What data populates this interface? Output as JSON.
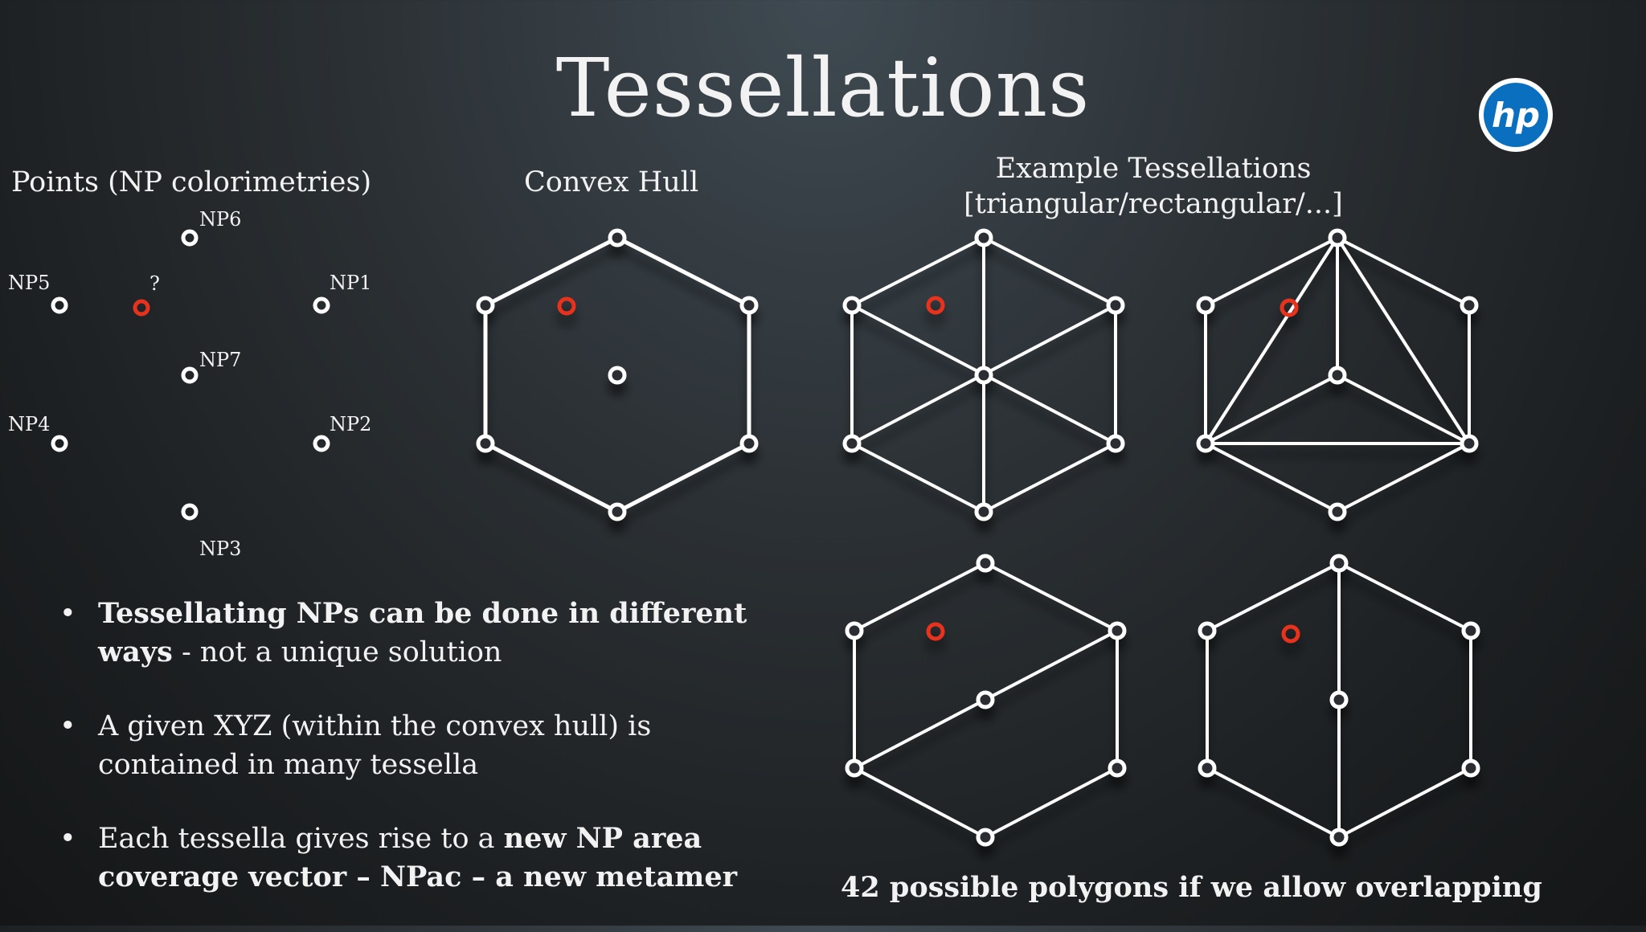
{
  "slide": {
    "title": "Tessellations",
    "headings": {
      "points": "Points (NP colorimetries)",
      "hull": "Convex Hull",
      "example_line1": "Example Tessellations",
      "example_line2": "[triangular/rectangular/...]"
    },
    "points": {
      "labels": [
        "NP6",
        "NP5",
        "?",
        "NP1",
        "NP7",
        "NP4",
        "NP2",
        "NP3"
      ]
    },
    "bullets": [
      {
        "bold": "Tessellating NPs can be done in different ways",
        "normal": " - not a unique solution"
      },
      {
        "normal_pre": "A given XYZ (within the convex hull) is contained in many tessella"
      },
      {
        "normal_pre": "Each tessella gives rise to a ",
        "bold": "new NP area coverage vector – NPac – a new metamer"
      }
    ],
    "caption": "42 possible polygons if we allow overlapping",
    "logo_text": "hp",
    "colors": {
      "accent_red": "#e8321e",
      "line": "#ffffff",
      "logo_blue": "#0a6fbf"
    }
  }
}
